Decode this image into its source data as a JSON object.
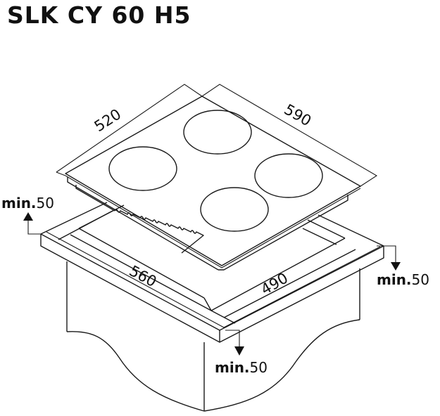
{
  "title": "SLK CY 60 H5",
  "dimensions": {
    "hob_depth": "520",
    "hob_width": "590",
    "cutout_width": "560",
    "cutout_depth": "490"
  },
  "clearances": {
    "left": {
      "prefix": "min.",
      "value": "50"
    },
    "right": {
      "prefix": "min.",
      "value": "50"
    },
    "front": {
      "prefix": "min.",
      "value": "50"
    }
  },
  "burners_count": 4,
  "colors": {
    "line": "#1a1a1a",
    "background": "#ffffff"
  }
}
